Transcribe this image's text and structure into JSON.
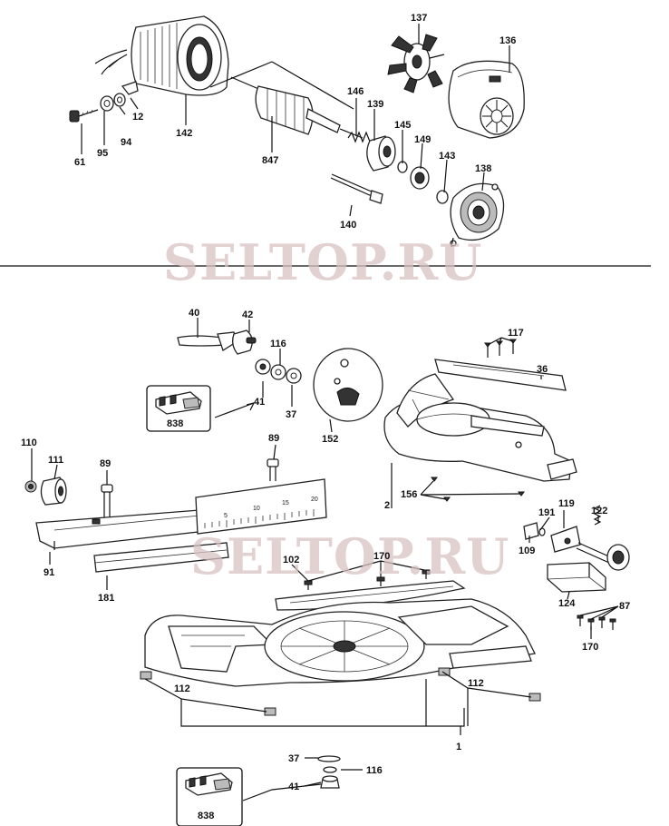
{
  "watermarks": [
    "SELTOP.RU",
    "SELTOP.RU"
  ],
  "labels": {
    "l137": "137",
    "l136": "136",
    "l12": "12",
    "l146": "146",
    "l139": "139",
    "l145": "145",
    "l149": "149",
    "l143": "143",
    "l138": "138",
    "l61": "61",
    "l95": "95",
    "l94": "94",
    "l142": "142",
    "l847": "847",
    "l140": "140",
    "l40": "40",
    "l42": "42",
    "l116a": "116",
    "l117": "117",
    "l36": "36",
    "l838a": "838",
    "l41a": "41",
    "l37a": "37",
    "l152": "152",
    "l110": "110",
    "l111": "111",
    "l89a": "89",
    "l89b": "89",
    "l156": "156",
    "l2": "2",
    "l191": "191",
    "l119": "119",
    "l122": "122",
    "l109": "109",
    "l102": "102",
    "l170a": "170",
    "l91": "91",
    "l181": "181",
    "l124": "124",
    "l87": "87",
    "l170b": "170",
    "l112a": "112",
    "l112b": "112",
    "l1": "1",
    "l37b": "37",
    "l116b": "116",
    "l41b": "41",
    "l838b": "838"
  },
  "scale_marks": [
    "5",
    "10",
    "15",
    "20"
  ]
}
